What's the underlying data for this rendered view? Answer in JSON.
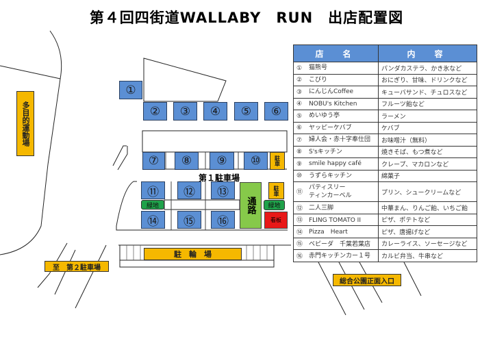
{
  "title": "第４回四街道WALLABY　RUN　出店配置図",
  "table": {
    "headers": [
      "店　名",
      "内　容"
    ],
    "rows": [
      {
        "num": "①",
        "name": "猫熊号",
        "content": "パンダカステラ、かき氷など"
      },
      {
        "num": "②",
        "name": "こびり",
        "content": "おにぎり、甘味、ドリンクなど"
      },
      {
        "num": "③",
        "name": "にんじんCoffee",
        "content": "キューバサンド、チュロスなど"
      },
      {
        "num": "④",
        "name": "NOBU's Kitchen",
        "content": "フルーツ飴など"
      },
      {
        "num": "⑤",
        "name": "めいゆう亭",
        "content": "ラーメン"
      },
      {
        "num": "⑥",
        "name": "ヤッピーケバブ",
        "content": "ケバブ"
      },
      {
        "num": "⑦",
        "name": "婦人会・赤十字奉仕団",
        "content": "お味噌汁（無料）"
      },
      {
        "num": "⑧",
        "name": "S'sキッチン",
        "content": "焼きそば、もつ煮など"
      },
      {
        "num": "⑨",
        "name": "smile happy café",
        "content": "クレープ、マカロンなど"
      },
      {
        "num": "⑩",
        "name": "うずらキッチン",
        "content": "綿菓子"
      },
      {
        "num": "⑪",
        "name": "パティスリー\nティンカーベル",
        "content": "プリン、シュークリームなど"
      },
      {
        "num": "⑫",
        "name": "二人三脚",
        "content": "中華まん、りんご飴、いちご飴"
      },
      {
        "num": "⑬",
        "name": "FLING TOMATO II",
        "content": "ピザ、ポテトなど"
      },
      {
        "num": "⑭",
        "name": "Pizza　Heart",
        "content": "ピザ、唐揚げなど"
      },
      {
        "num": "⑮",
        "name": "ベピーダ　千葉若葉店",
        "content": "カレーライス、ソーセージなど"
      },
      {
        "num": "⑯",
        "name": "赤門キッチンカー１号",
        "content": "カルビ弁当、牛串など"
      }
    ]
  },
  "map": {
    "booths": [
      "①",
      "②",
      "③",
      "④",
      "⑤",
      "⑥",
      "⑦",
      "⑧",
      "⑨",
      "⑩",
      "⑪",
      "⑫",
      "⑬",
      "⑭",
      "⑮",
      "⑯"
    ],
    "sports_field": "多目的運動場",
    "parking1": "第１駐車場",
    "parking_small": "駐車",
    "green_area": "緑地",
    "passage": "通路",
    "signboard": "看板",
    "bicycle_parking": "駐　輪　場",
    "to_parking2": "至　第２駐車場",
    "park_entrance": "総合公園正面入口"
  },
  "colors": {
    "booth": "#5b8fd4",
    "label": "#f5b800",
    "green": "#1fa24a",
    "passage": "#86c94a",
    "sign": "#e81818"
  }
}
